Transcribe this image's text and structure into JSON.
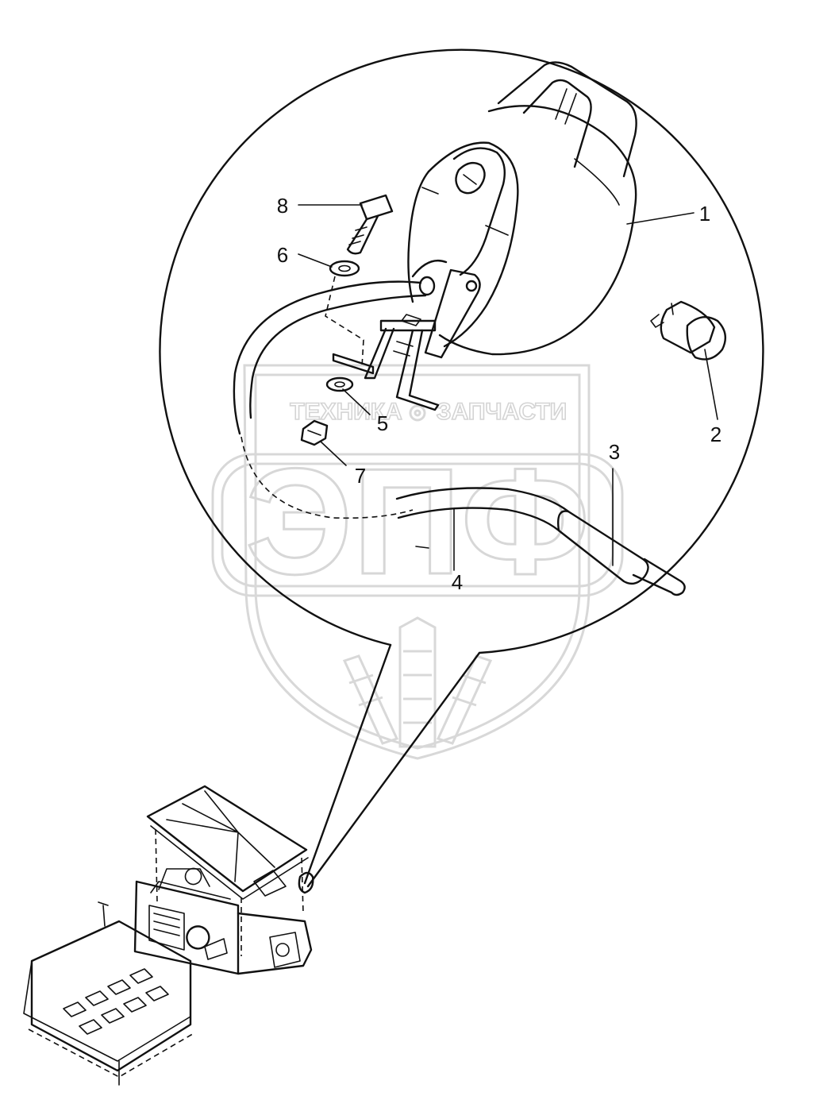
{
  "watermark": {
    "left_word": "ТЕХНИКА",
    "right_word": "ЗАПЧАСТИ",
    "logo_letters": "ЭПФ"
  },
  "callouts": [
    {
      "number": "1",
      "part": "reel-housing"
    },
    {
      "number": "2",
      "part": "bulb"
    },
    {
      "number": "3",
      "part": "cable"
    },
    {
      "number": "4",
      "part": "cable-sleeve"
    },
    {
      "number": "5",
      "part": "washer"
    },
    {
      "number": "6",
      "part": "washer"
    },
    {
      "number": "7",
      "part": "nut"
    },
    {
      "number": "8",
      "part": "bolt"
    }
  ]
}
